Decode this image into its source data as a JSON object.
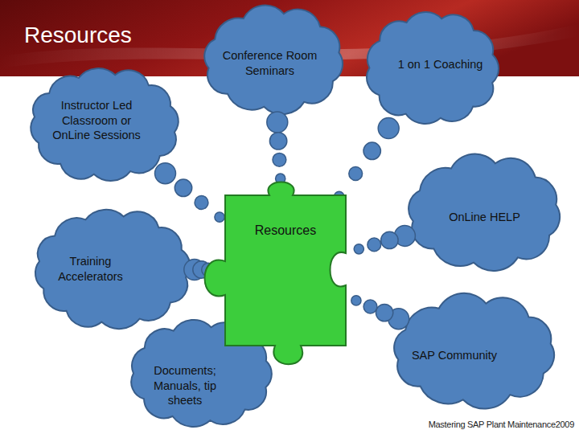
{
  "diagram": {
    "title": "Resources",
    "nodes": [
      {
        "text": [
          "Conference Room Seminars"
        ]
      },
      {
        "text": [
          "1 on 1 Coaching"
        ]
      },
      {
        "text": [
          "Instructor Led Classroom or OnLine Sessions"
        ]
      },
      {
        "text": [
          "OnLine HELP"
        ]
      },
      {
        "text": [
          "Resources"
        ]
      },
      {
        "text": [
          "Training Accelerators"
        ]
      },
      {
        "text": [
          "SAP Community"
        ]
      },
      {
        "text": [
          "Documents; Manuals, tip sheets"
        ]
      }
    ],
    "edges": [
      {
        "from": 0,
        "to": 4,
        "arrow": "none"
      },
      {
        "from": 1,
        "to": 4,
        "arrow": "none"
      },
      {
        "from": 2,
        "to": 4,
        "arrow": "none"
      },
      {
        "from": 3,
        "to": 4,
        "arrow": "none"
      },
      {
        "from": 5,
        "to": 4,
        "arrow": "none"
      },
      {
        "from": 6,
        "to": 4,
        "arrow": "none"
      },
      {
        "from": 7,
        "to": 4,
        "arrow": "none"
      }
    ],
    "labels": [
      "Mastering SAP Plant Maintenance2009"
    ]
  }
}
